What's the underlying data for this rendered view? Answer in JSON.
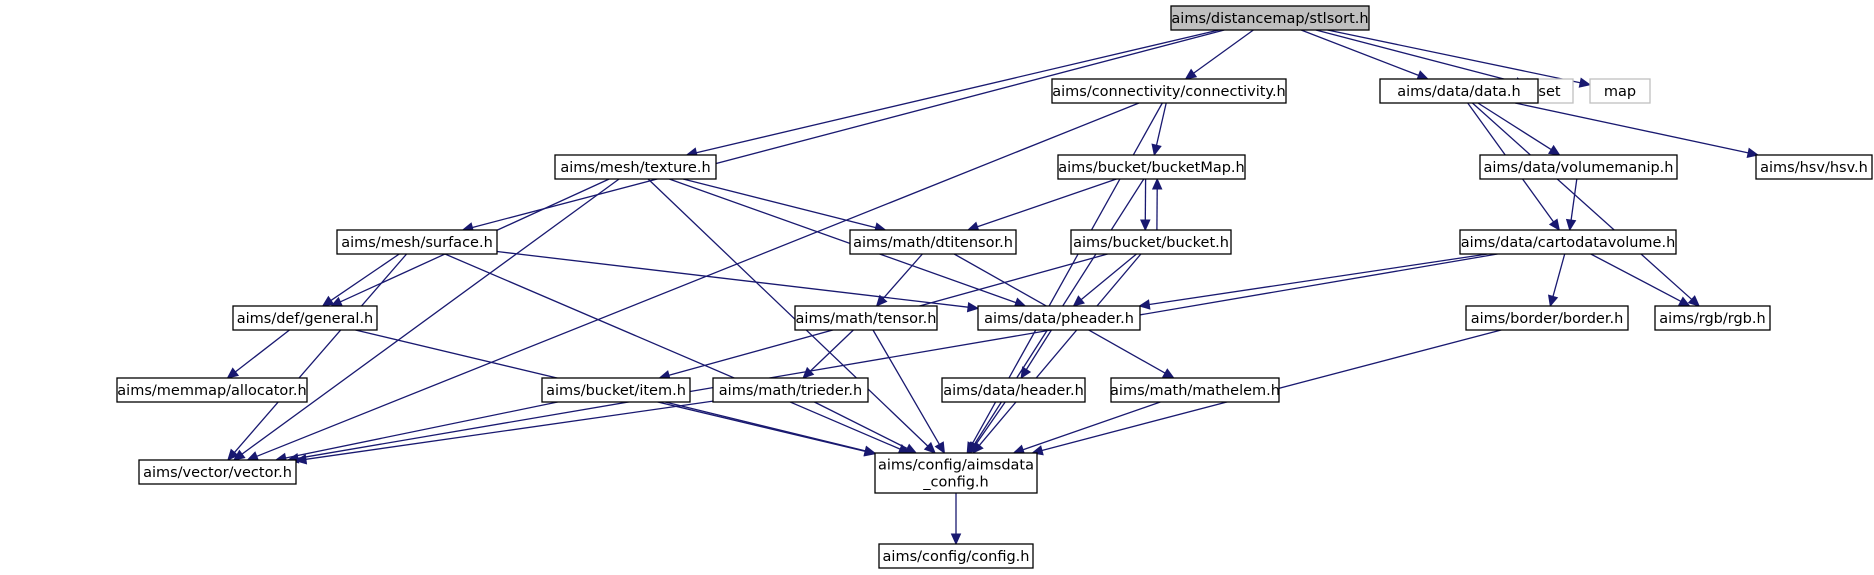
{
  "graph": {
    "root": "n_root",
    "nodes": [
      {
        "id": "n_root",
        "label": "aims/distancemap/stlsort.h",
        "style": "root"
      },
      {
        "id": "n_set",
        "label": "set",
        "style": "ext"
      },
      {
        "id": "n_map",
        "label": "map",
        "style": "ext"
      },
      {
        "id": "n_conn",
        "label": "aims/connectivity/connectivity.h"
      },
      {
        "id": "n_data",
        "label": "aims/data/data.h"
      },
      {
        "id": "n_tex",
        "label": "aims/mesh/texture.h"
      },
      {
        "id": "n_bmap",
        "label": "aims/bucket/bucketMap.h"
      },
      {
        "id": "n_vmanip",
        "label": "aims/data/volumemanip.h"
      },
      {
        "id": "n_hsv",
        "label": "aims/hsv/hsv.h"
      },
      {
        "id": "n_surf",
        "label": "aims/mesh/surface.h"
      },
      {
        "id": "n_dten",
        "label": "aims/math/dtitensor.h"
      },
      {
        "id": "n_bucket",
        "label": "aims/bucket/bucket.h"
      },
      {
        "id": "n_cvol",
        "label": "aims/data/cartodatavolume.h"
      },
      {
        "id": "n_gen",
        "label": "aims/def/general.h"
      },
      {
        "id": "n_tensor",
        "label": "aims/math/tensor.h"
      },
      {
        "id": "n_phdr",
        "label": "aims/data/pheader.h"
      },
      {
        "id": "n_border",
        "label": "aims/border/border.h"
      },
      {
        "id": "n_rgb",
        "label": "aims/rgb/rgb.h"
      },
      {
        "id": "n_alloc",
        "label": "aims/memmap/allocator.h"
      },
      {
        "id": "n_item",
        "label": "aims/bucket/item.h"
      },
      {
        "id": "n_trieder",
        "label": "aims/math/trieder.h"
      },
      {
        "id": "n_hdr",
        "label": "aims/data/header.h"
      },
      {
        "id": "n_mathelem",
        "label": "aims/math/mathelem.h"
      },
      {
        "id": "n_vector",
        "label": "aims/vector/vector.h"
      },
      {
        "id": "n_adcfg",
        "label": [
          "aims/config/aimsdata",
          "_config.h"
        ]
      },
      {
        "id": "n_cfg",
        "label": "aims/config/config.h"
      }
    ],
    "edges": [
      {
        "from": "n_root",
        "to": "n_conn"
      },
      {
        "from": "n_root",
        "to": "n_data"
      },
      {
        "from": "n_root",
        "to": "n_tex"
      },
      {
        "from": "n_root",
        "to": "n_surf"
      },
      {
        "from": "n_root",
        "to": "n_set"
      },
      {
        "from": "n_root",
        "to": "n_map"
      },
      {
        "from": "n_conn",
        "to": "n_bmap"
      },
      {
        "from": "n_conn",
        "to": "n_vector"
      },
      {
        "from": "n_conn",
        "to": "n_adcfg"
      },
      {
        "from": "n_data",
        "to": "n_vmanip"
      },
      {
        "from": "n_data",
        "to": "n_hsv"
      },
      {
        "from": "n_data",
        "to": "n_cvol"
      },
      {
        "from": "n_data",
        "to": "n_rgb"
      },
      {
        "from": "n_tex",
        "to": "n_dten"
      },
      {
        "from": "n_tex",
        "to": "n_gen"
      },
      {
        "from": "n_tex",
        "to": "n_vector"
      },
      {
        "from": "n_tex",
        "to": "n_phdr"
      },
      {
        "from": "n_tex",
        "to": "n_adcfg"
      },
      {
        "from": "n_bmap",
        "to": "n_bucket"
      },
      {
        "from": "n_bmap",
        "to": "n_dten"
      },
      {
        "from": "n_bmap",
        "to": "n_adcfg"
      },
      {
        "from": "n_bucket",
        "to": "n_bmap"
      },
      {
        "from": "n_bucket",
        "to": "n_item"
      },
      {
        "from": "n_bucket",
        "to": "n_phdr"
      },
      {
        "from": "n_bucket",
        "to": "n_adcfg"
      },
      {
        "from": "n_vmanip",
        "to": "n_cvol"
      },
      {
        "from": "n_surf",
        "to": "n_gen"
      },
      {
        "from": "n_surf",
        "to": "n_phdr"
      },
      {
        "from": "n_surf",
        "to": "n_vector"
      },
      {
        "from": "n_surf",
        "to": "n_adcfg"
      },
      {
        "from": "n_dten",
        "to": "n_tensor"
      },
      {
        "from": "n_dten",
        "to": "n_mathelem"
      },
      {
        "from": "n_cvol",
        "to": "n_phdr"
      },
      {
        "from": "n_cvol",
        "to": "n_border"
      },
      {
        "from": "n_cvol",
        "to": "n_rgb"
      },
      {
        "from": "n_cvol",
        "to": "n_vector"
      },
      {
        "from": "n_gen",
        "to": "n_alloc"
      },
      {
        "from": "n_gen",
        "to": "n_adcfg"
      },
      {
        "from": "n_tensor",
        "to": "n_trieder"
      },
      {
        "from": "n_tensor",
        "to": "n_adcfg"
      },
      {
        "from": "n_phdr",
        "to": "n_hdr"
      },
      {
        "from": "n_border",
        "to": "n_adcfg"
      },
      {
        "from": "n_item",
        "to": "n_vector"
      },
      {
        "from": "n_item",
        "to": "n_adcfg"
      },
      {
        "from": "n_trieder",
        "to": "n_vector"
      },
      {
        "from": "n_trieder",
        "to": "n_adcfg"
      },
      {
        "from": "n_hdr",
        "to": "n_adcfg"
      },
      {
        "from": "n_mathelem",
        "to": "n_adcfg"
      },
      {
        "from": "n_adcfg",
        "to": "n_cfg"
      }
    ]
  }
}
